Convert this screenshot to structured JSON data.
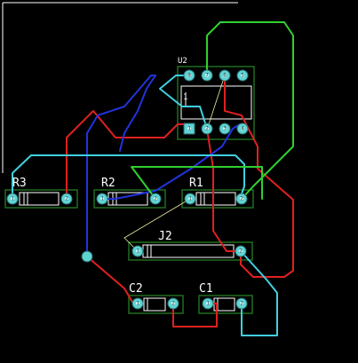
{
  "components": {
    "u2": {
      "label": "U2",
      "pin_labels": [
        "8",
        "7",
        "6",
        "5",
        "1",
        "2",
        "3",
        "4"
      ],
      "body_mark": "1"
    },
    "r3": {
      "label": "R3",
      "pin_labels": [
        "1",
        "2"
      ]
    },
    "r2": {
      "label": "R2",
      "pin_labels": [
        "1",
        "2"
      ]
    },
    "r1": {
      "label": "R1",
      "pin_labels": [
        "1",
        "2"
      ]
    },
    "j2": {
      "label": "J2",
      "pin_labels": [
        "1",
        "2"
      ]
    },
    "c2": {
      "label": "C2",
      "pin_labels": [
        "1",
        "2"
      ]
    },
    "c1": {
      "label": "C1",
      "pin_labels": [
        "1",
        "2"
      ]
    }
  },
  "colors": {
    "background": "#000000",
    "board_outline": "#ffffff",
    "footprint_outline": "#1f6e1f",
    "pad": "#5fd4d4",
    "trace_red": "#e02020",
    "trace_blue": "#2233dd",
    "trace_cyan": "#40d0e0",
    "trace_green": "#30d030",
    "ratsnest": "#f0f0a0"
  }
}
